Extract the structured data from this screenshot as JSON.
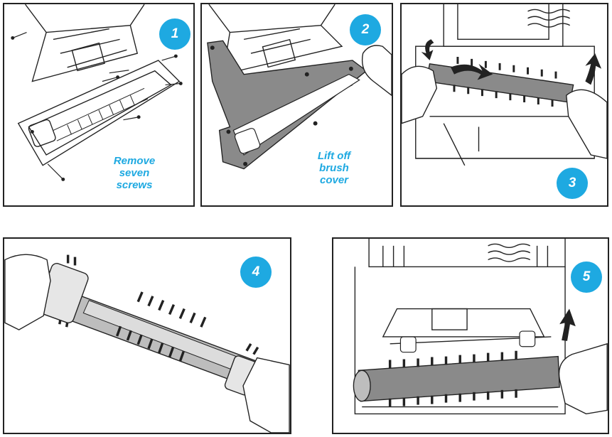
{
  "steps": [
    {
      "number": "1",
      "caption_lines": [
        "Remove",
        "seven",
        "screws"
      ]
    },
    {
      "number": "2",
      "caption_lines": [
        "Lift off",
        "brush",
        "cover"
      ]
    },
    {
      "number": "3"
    },
    {
      "number": "4"
    },
    {
      "number": "5"
    }
  ],
  "colors": {
    "accent": "#1ea9e1",
    "outline": "#222222",
    "cover_gray": "#8a8a8a"
  },
  "icons": {
    "step1": [
      "vacuum-base-illustration",
      "screw-icon"
    ],
    "step2": [
      "brush-cover-illustration",
      "hand-icon"
    ],
    "step3": [
      "brushroll-illustration",
      "rotate-arrow-icon",
      "hand-icon"
    ],
    "step4": [
      "brushroll-illustration",
      "hand-icon"
    ],
    "step5": [
      "brushroll-illustration",
      "up-arrow-icon",
      "hand-icon"
    ]
  }
}
